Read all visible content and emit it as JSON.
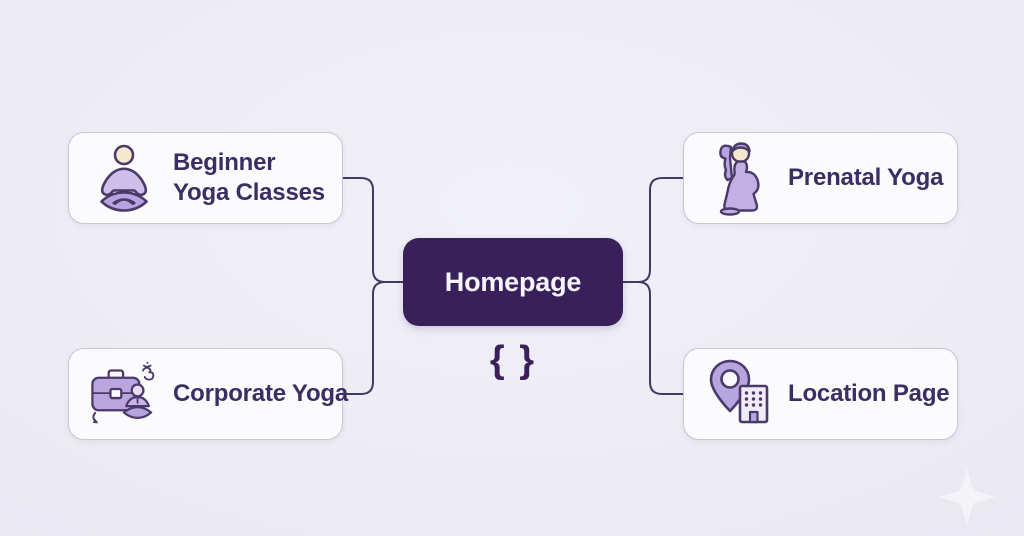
{
  "theme": {
    "background": "#edecf4",
    "card_bg": "#fbfafd",
    "card_border": "#c9c2e0",
    "node_bg": "#39205a",
    "node_text": "#f7f5fb",
    "label_color": "#3a2e63",
    "line_color": "#453863",
    "icon_outline": "#4b3969",
    "icon_fill_light": "#c7b6e7",
    "icon_fill_mid": "#b5a4df",
    "icon_skin": "#f5e9cd"
  },
  "center": {
    "label": "Homepage",
    "symbol": "{ }"
  },
  "nodes": [
    {
      "label": "Beginner Yoga Classes",
      "icon": "lotus-meditation-icon",
      "position": "top-left"
    },
    {
      "label": "Prenatal Yoga",
      "icon": "pregnant-woman-icon",
      "position": "top-right"
    },
    {
      "label": "Corporate Yoga",
      "icon": "briefcase-om-meditation-icon",
      "position": "bottom-left"
    },
    {
      "label": "Location Page",
      "icon": "map-pin-building-icon",
      "position": "bottom-right"
    }
  ],
  "watermark": {
    "icon": "sparkle-watermark-icon"
  }
}
